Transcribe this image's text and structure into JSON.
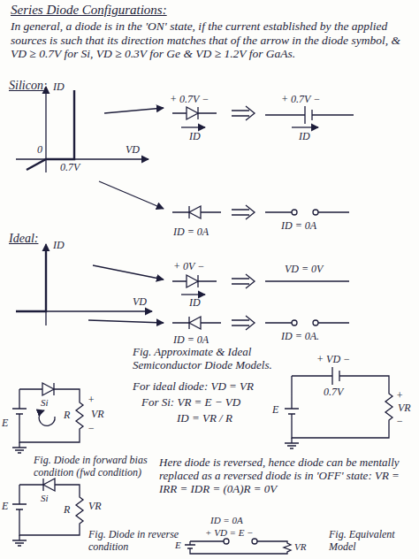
{
  "diagram": {
    "title": "Series Diode Configurations:",
    "labels": [
      "In general, a diode is in the 'ON' state, if the current established by the applied sources is such that its direction matches that of the arrow in the diode symbol, & VD ≥ 0.7V for Si, VD ≥ 0.3V for Ge & VD ≥ 1.2V for GaAs.",
      "Silicon:",
      "ID",
      "VD",
      "0",
      "0.7V",
      "+ 0.7V −",
      "ID",
      "+ 0.7V −",
      "ID",
      "ID = 0A",
      "ID = 0A",
      "Ideal:",
      "ID",
      "VD",
      "+ 0V −",
      "ID",
      "VD = 0V",
      "ID = 0A",
      "ID = 0A.",
      "Fig. Approximate & Ideal Semiconductor Diode Models.",
      "Si",
      "R",
      "+",
      "VR",
      "−",
      "E",
      "For ideal diode: VD = VR",
      "For Si: VR = E − VD",
      "ID = VR / R",
      "Fig. Diode in forward bias condition (fwd condition)",
      "+ VD −",
      "0.7V",
      "+",
      "VR",
      "−",
      "E",
      "Here diode is reversed, hence diode can be mentally replaced as a reversed diode is in 'OFF' state: VR = IRR = IDR = (0A)R = 0V",
      "Si",
      "VR",
      "R",
      "E",
      "Fig. Diode in reverse condition",
      "ID = 0A",
      "+ VD = E −",
      "E",
      "VR",
      "Fig. Equivalent Model"
    ]
  }
}
